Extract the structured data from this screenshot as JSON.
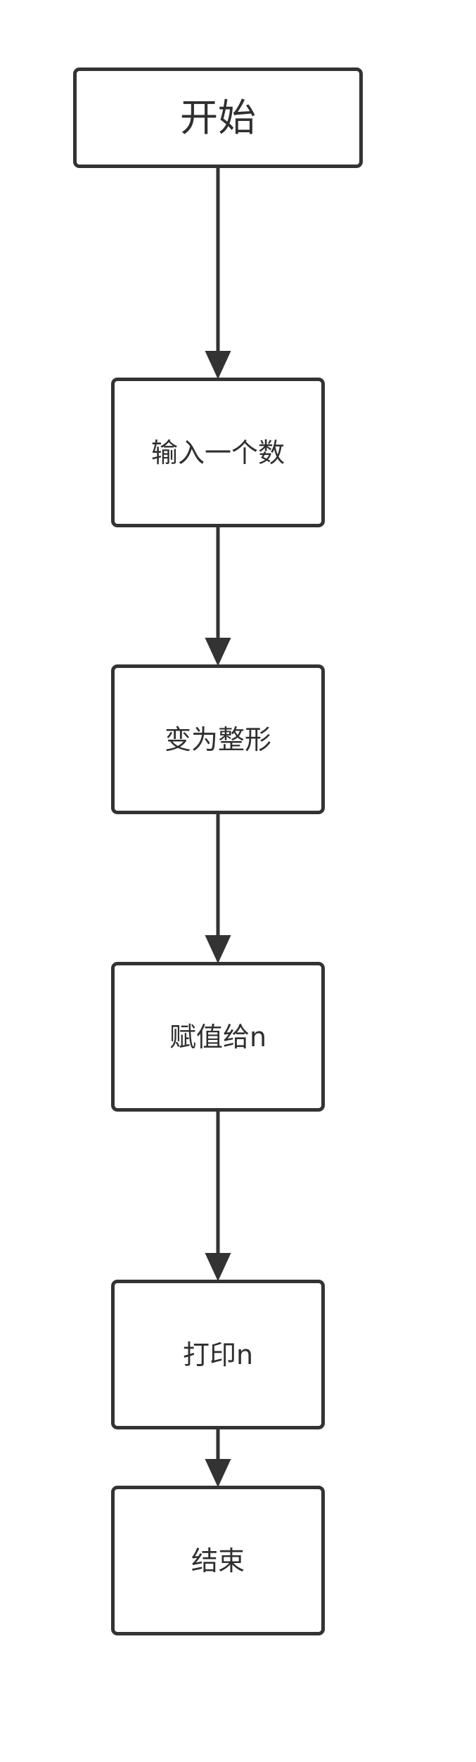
{
  "diagram": {
    "type": "flowchart",
    "steps": [
      "开始",
      "输入一个数",
      "变为整形",
      "赋值给n",
      "打印n",
      "结束"
    ],
    "connections": [
      {
        "from": "开始",
        "to": "输入一个数"
      },
      {
        "from": "输入一个数",
        "to": "变为整形"
      },
      {
        "from": "变为整形",
        "to": "赋值给n"
      },
      {
        "from": "赋值给n",
        "to": "打印n"
      },
      {
        "from": "打印n",
        "to": "结束"
      }
    ],
    "colors": {
      "background": "#ffffff",
      "stroke": "#333333",
      "text": "#2f2f2f"
    }
  }
}
